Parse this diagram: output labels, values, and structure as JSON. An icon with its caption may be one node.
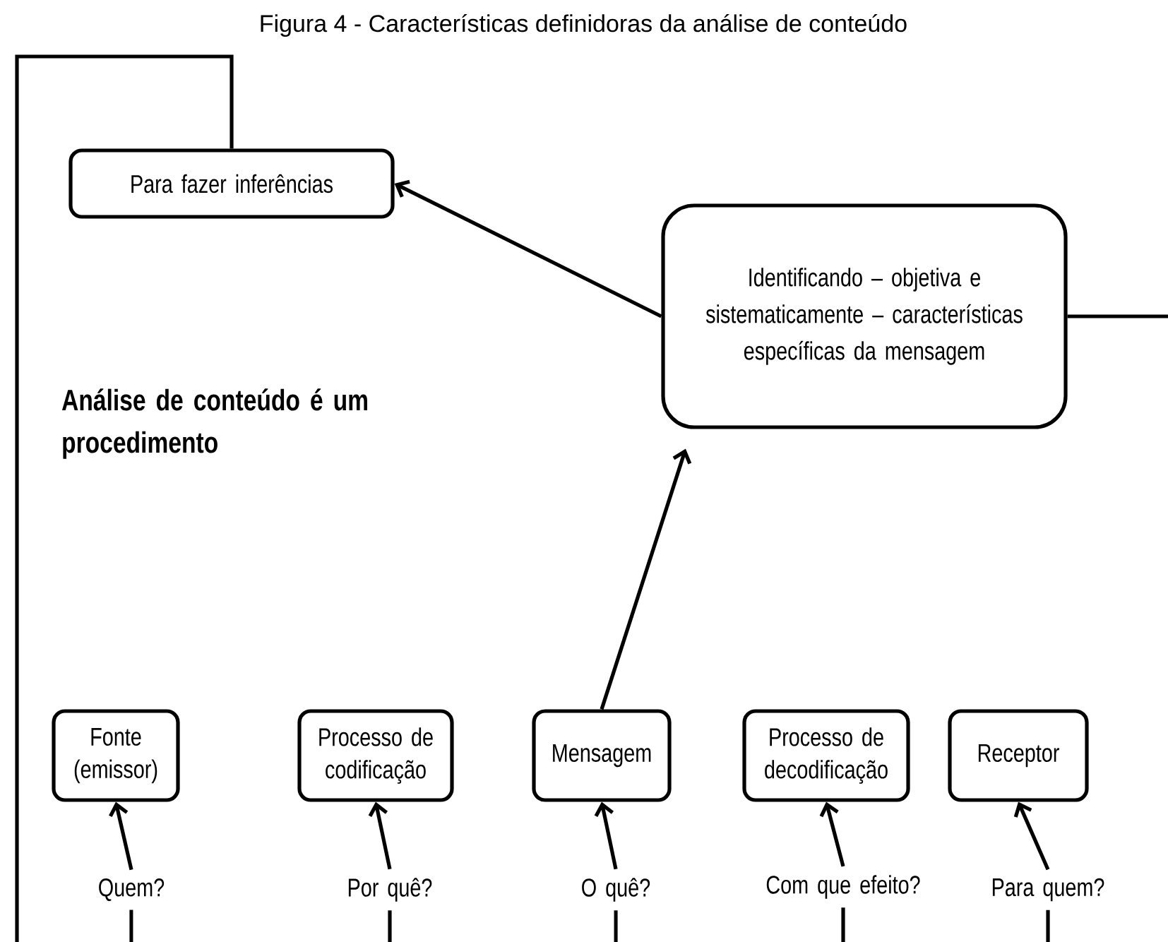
{
  "diagram": {
    "title": "Figura 4 - Características definidoras da análise de conteúdo",
    "nodes": [
      {
        "text": [
          "Para fazer inferências"
        ]
      },
      {
        "text": [
          "Identificando – objetiva e sistematicamente – características específicas da mensagem"
        ]
      },
      {
        "text": [
          "Fonte (emissor)"
        ]
      },
      {
        "text": [
          "Processo de codificação"
        ]
      },
      {
        "text": [
          "Mensagem"
        ]
      },
      {
        "text": [
          "Processo de decodificação"
        ]
      },
      {
        "text": [
          "Receptor"
        ]
      },
      {
        "text": [
          "Quem?"
        ]
      },
      {
        "text": [
          "Por quê?"
        ]
      },
      {
        "text": [
          "O quê?"
        ]
      },
      {
        "text": [
          "Com que efeito?"
        ]
      },
      {
        "text": [
          "Para quem?"
        ]
      }
    ],
    "edges": [
      {
        "from": 1,
        "to": 0,
        "arrow": "to"
      },
      {
        "from": 4,
        "to": 1,
        "arrow": "to"
      },
      {
        "from": 7,
        "to": 2,
        "arrow": "to"
      },
      {
        "from": 8,
        "to": 3,
        "arrow": "to"
      },
      {
        "from": 9,
        "to": 4,
        "arrow": "to"
      },
      {
        "from": 10,
        "to": 5,
        "arrow": "to"
      },
      {
        "from": 11,
        "to": 6,
        "arrow": "to"
      },
      {
        "from": null,
        "to": 0,
        "arrow": "none"
      },
      {
        "from": 1,
        "to": null,
        "arrow": "none"
      },
      {
        "from": 7,
        "to": null,
        "arrow": "none"
      },
      {
        "from": 8,
        "to": null,
        "arrow": "none"
      },
      {
        "from": 9,
        "to": null,
        "arrow": "none"
      },
      {
        "from": 10,
        "to": null,
        "arrow": "none"
      },
      {
        "from": 11,
        "to": null,
        "arrow": "none"
      }
    ],
    "labels": [
      "Análise de conteúdo é um procedimento"
    ]
  }
}
